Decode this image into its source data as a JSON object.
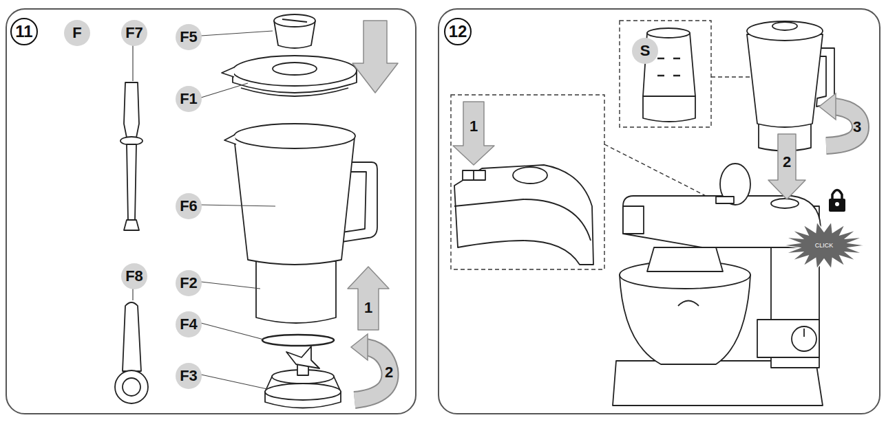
{
  "diagram": {
    "nodes": [
      {
        "text": [
          "11"
        ]
      },
      {
        "text": [
          "F"
        ],
        "in": 0
      },
      {
        "text": [
          "F7"
        ],
        "in": 0
      },
      {
        "text": [
          "F5"
        ],
        "in": 0
      },
      {
        "text": [
          "F1"
        ],
        "in": 0
      },
      {
        "text": [
          "F6"
        ],
        "in": 0
      },
      {
        "text": [
          "F8"
        ],
        "in": 0
      },
      {
        "text": [
          "F2"
        ],
        "in": 0
      },
      {
        "text": [
          "F4"
        ],
        "in": 0
      },
      {
        "text": [
          "F3"
        ],
        "in": 0
      },
      {
        "text": [
          "12"
        ]
      },
      {
        "text": [
          "S"
        ],
        "in": 10
      },
      {
        "text": [
          "CLICK"
        ],
        "in": 10
      }
    ],
    "labels": [
      "1",
      "2",
      "1",
      "2",
      "3"
    ]
  }
}
